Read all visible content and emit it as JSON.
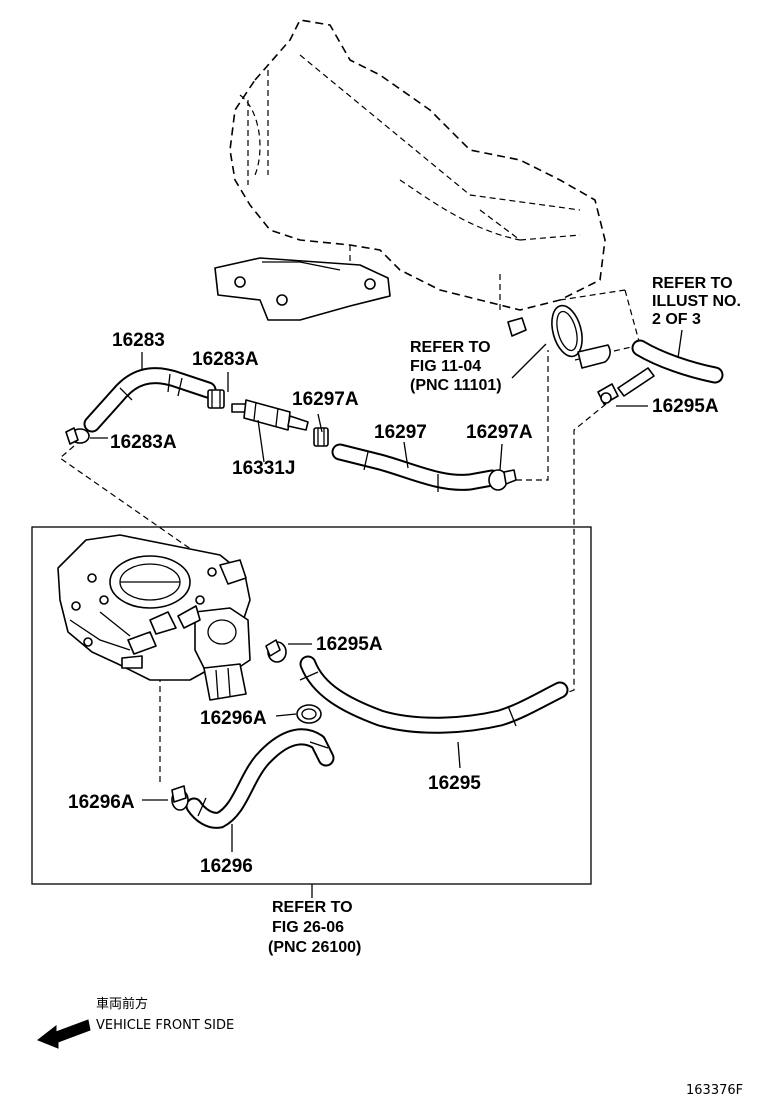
{
  "labels": {
    "p16283": "16283",
    "p16283A_top": "16283A",
    "p16283A_left": "16283A",
    "p16331J": "16331J",
    "p16297A_left": "16297A",
    "p16297": "16297",
    "p16297A_right": "16297A",
    "p16295A_right": "16295A",
    "p16295A_box": "16295A",
    "p16296A_top": "16296A",
    "p16296A_left": "16296A",
    "p16295": "16295",
    "p16296": "16296"
  },
  "refs": {
    "fig11": [
      "REFER TO",
      "FIG 11-04",
      "(PNC 11101)"
    ],
    "illust": [
      "REFER TO",
      "ILLUST NO.",
      "2 OF 3"
    ],
    "fig26": [
      "REFER TO",
      "FIG 26-06",
      "(PNC 26100)"
    ]
  },
  "direction": {
    "jp": "車両前方",
    "en": "VEHICLE FRONT SIDE",
    "icon": "arrow-front-icon"
  },
  "figure_code": "163376F"
}
